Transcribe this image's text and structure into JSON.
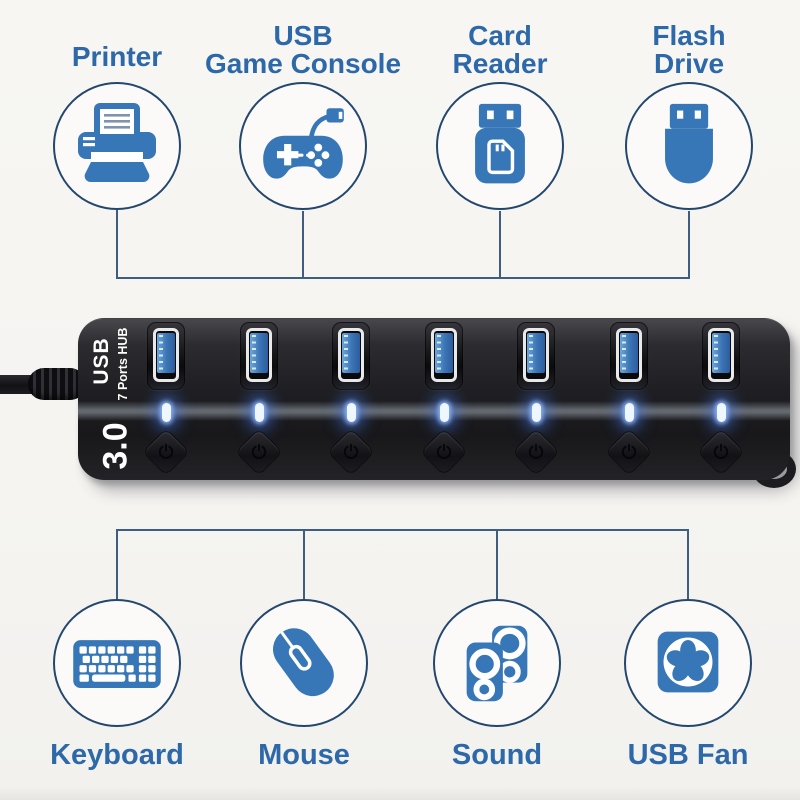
{
  "colors": {
    "accent_blue": "#3777b8",
    "label_blue": "#2d68a8",
    "line_blue": "#3d5e80",
    "circle_outline": "#23476d",
    "led_blue": "#eef6ff",
    "hub_body": "#1c1c1f"
  },
  "hub": {
    "side_label": "USB",
    "side_sublabel": "7 Ports HUB",
    "version": "3.0",
    "port_count": 7
  },
  "top_devices": [
    {
      "name": "printer",
      "label": "Printer"
    },
    {
      "name": "game-console",
      "label": "USB\nGame Console"
    },
    {
      "name": "card-reader",
      "label": "Card\nReader"
    },
    {
      "name": "flash-drive",
      "label": "Flash\nDrive"
    }
  ],
  "bottom_devices": [
    {
      "name": "keyboard",
      "label": "Keyboard"
    },
    {
      "name": "mouse",
      "label": "Mouse"
    },
    {
      "name": "sound",
      "label": "Sound"
    },
    {
      "name": "usb-fan",
      "label": "USB Fan"
    }
  ]
}
